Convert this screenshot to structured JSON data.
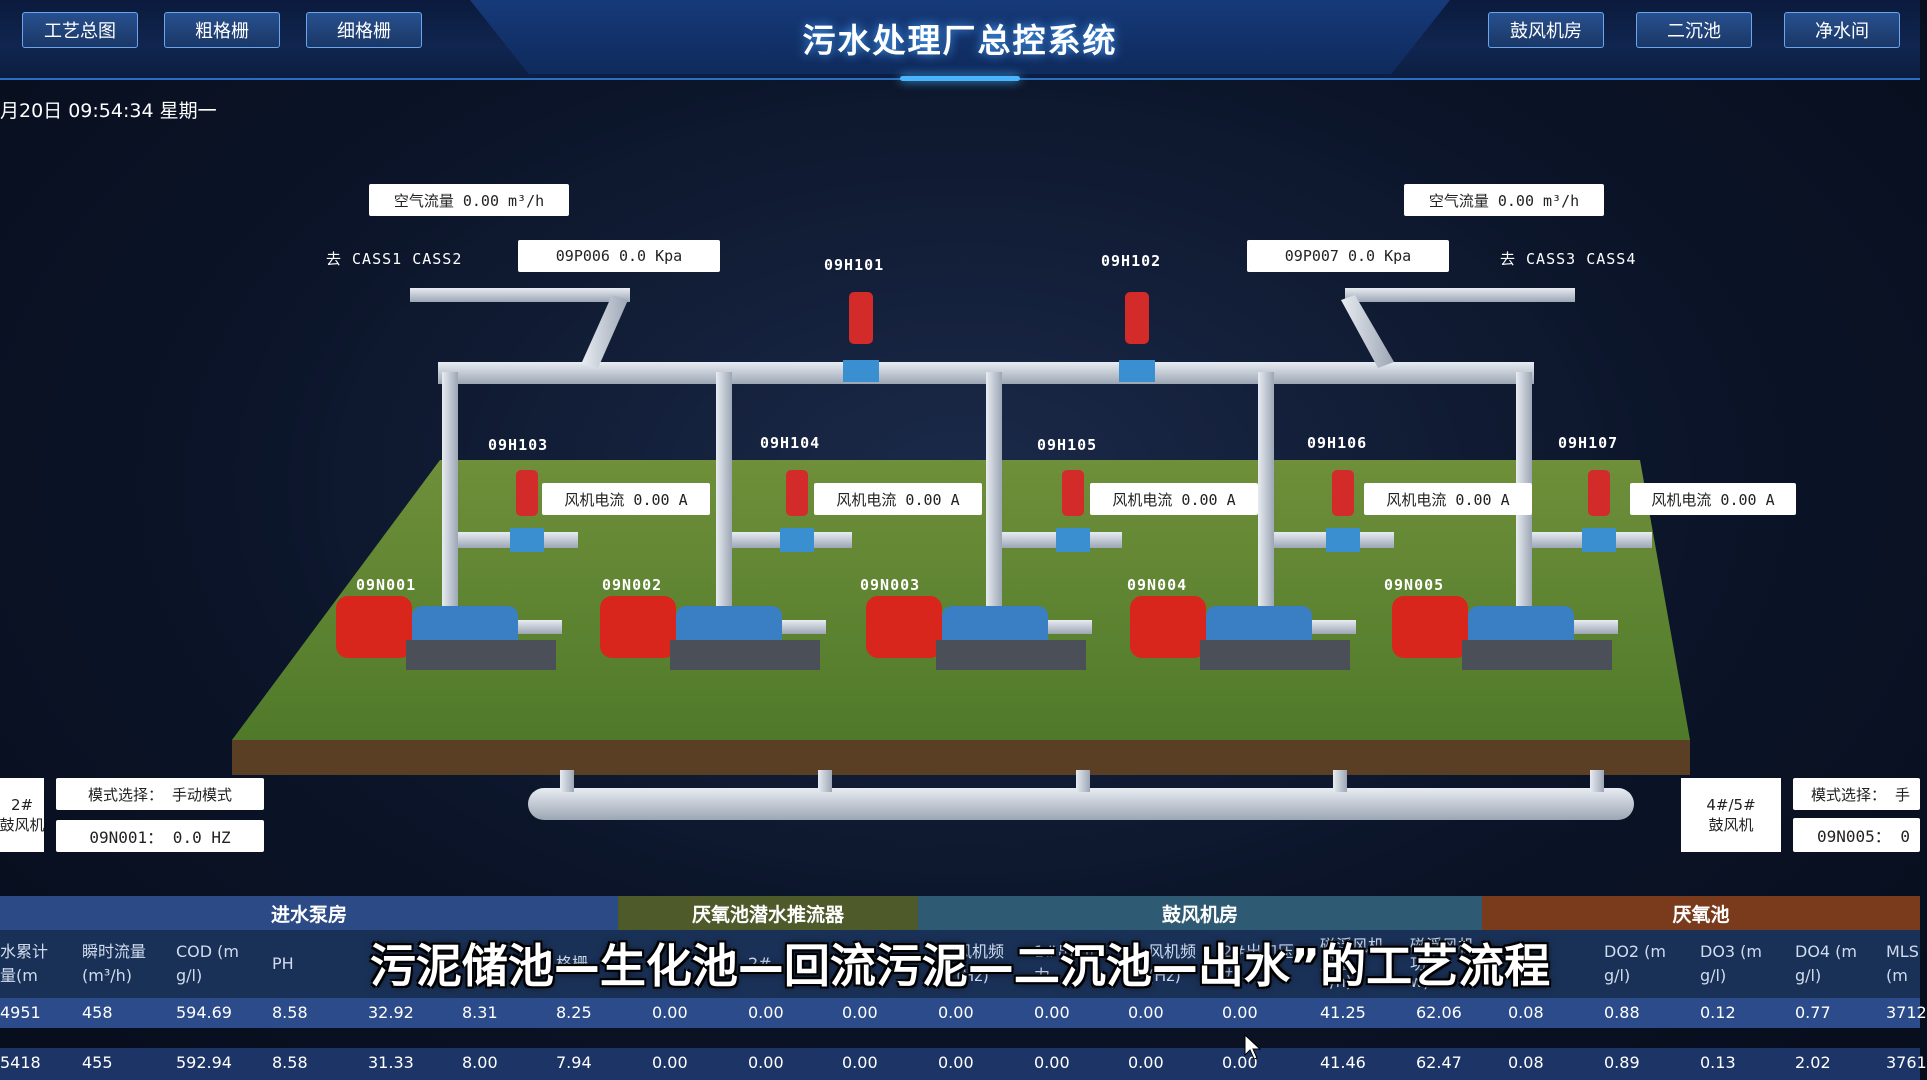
{
  "header": {
    "title": "污水处理厂总控系统",
    "nav_left": [
      "工艺总图",
      "粗格栅",
      "细格栅"
    ],
    "nav_right": [
      "鼓风机房",
      "二沉池",
      "净水间"
    ]
  },
  "datetime": "月20日  09:54:34  星期一",
  "air_flow_left": "空气流量 0.00 m³/h",
  "air_flow_right": "空气流量 0.00 m³/h",
  "dest_left": "去 CASS1 CASS2",
  "dest_right": "去 CASS3 CASS4",
  "pressure_left": "09P006 0.0 Kpa",
  "pressure_right": "09P007 0.0 Kpa",
  "valves_top": [
    "09H101",
    "09H102"
  ],
  "valves": [
    {
      "tag": "09H103",
      "current": "风机电流 0.00 A"
    },
    {
      "tag": "09H104",
      "current": "风机电流 0.00 A"
    },
    {
      "tag": "09H105",
      "current": "风机电流 0.00 A"
    },
    {
      "tag": "09H106",
      "current": "风机电流 0.00 A"
    },
    {
      "tag": "09H107",
      "current": "风机电流 0.00 A"
    }
  ],
  "blowers": [
    "09N001",
    "09N002",
    "09N003",
    "09N004",
    "09N005"
  ],
  "left_panel": {
    "side": "2#\n鼓风机",
    "mode": "模式选择：  手动模式",
    "freq": "09N001：  0.0 HZ"
  },
  "right_panel": {
    "side": "4#/5#\n鼓风机",
    "mode": "模式选择：  手",
    "freq": "09N005：  0"
  },
  "bands": [
    {
      "label": "进水泵房",
      "color": "#2b4a86"
    },
    {
      "label": "厌氧池潜水推流器",
      "color": "#4f5a2a"
    },
    {
      "label": "鼓风机房",
      "color": "#2e5a73"
    },
    {
      "label": "厌氧池",
      "color": "#7a3a1c"
    }
  ],
  "table_headers": [
    "水累计\n量(m",
    "瞬时流量\n(m³/h)",
    "COD (m\ng/l)",
    "PH",
    "格栅",
    "",
    "",
    "",
    "2#",
    "",
    "风机频\n(Hz)",
    "1#出口压\n力",
    "风机频\n(Hz)",
    "2#出口压\n力",
    "磁浮风机\n风量\n3/h)",
    "磁浮风机\n功率\nw)",
    "",
    "DO2 (m\ng/l)",
    "DO3 (m\ng/l)",
    "DO4 (m\ng/l)",
    "MLS\n(m"
  ],
  "rows": [
    [
      "4951",
      "458",
      "594.69",
      "8.58",
      "32.92",
      "8.31",
      "8.25",
      "0.00",
      "0.00",
      "0.00",
      "0.00",
      "0.00",
      "0.00",
      "0.00",
      "41.25",
      "62.06",
      "0.08",
      "0.88",
      "0.12",
      "0.77",
      "3712"
    ],
    [
      "5418",
      "455",
      "592.94",
      "8.58",
      "31.33",
      "8.00",
      "7.94",
      "0.00",
      "0.00",
      "0.00",
      "0.00",
      "0.00",
      "0.00",
      "0.00",
      "41.46",
      "62.47",
      "0.08",
      "0.89",
      "0.13",
      "2.02",
      "3761"
    ]
  ],
  "subtitle": "污泥储池—生化池—回流污泥—二沉池—出水”的工艺流程"
}
